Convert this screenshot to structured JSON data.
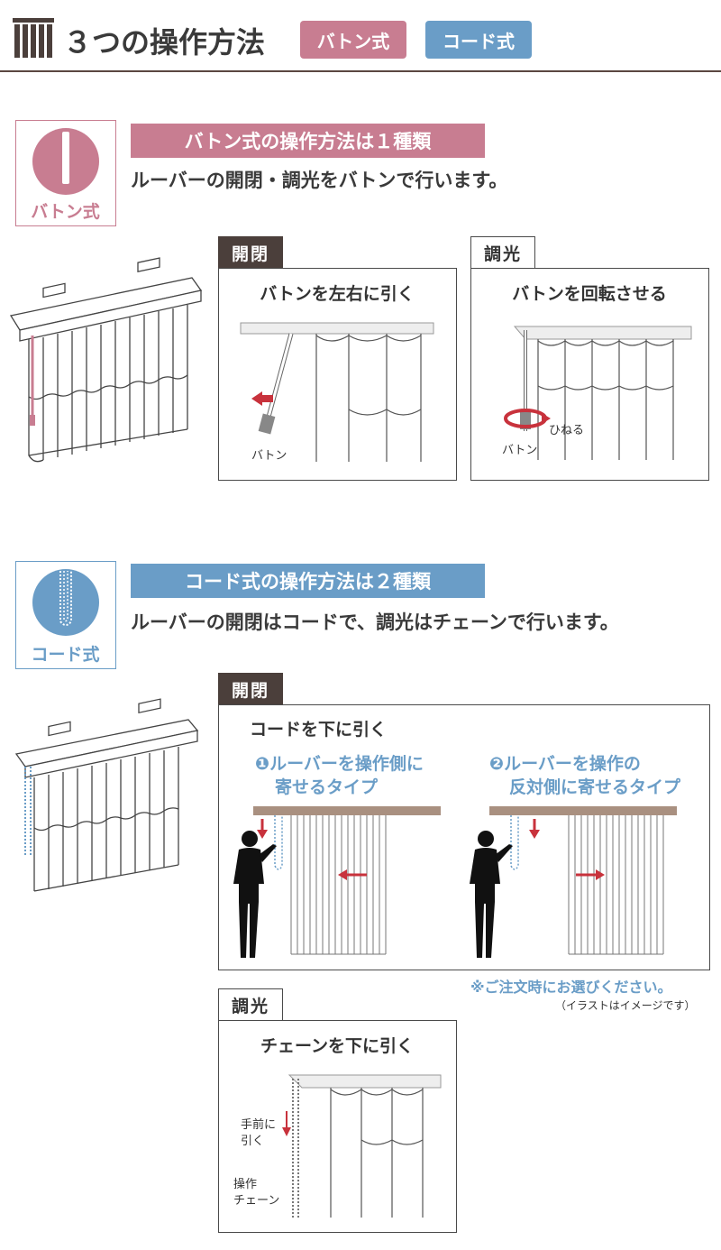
{
  "header": {
    "title": "３つの操作方法",
    "tag_baton": "バトン式",
    "tag_cord": "コード式"
  },
  "baton": {
    "icon_label": "バトン式",
    "heading": "バトン式の操作方法は１種類",
    "description": "ルーバーの開閉・調光をバトンで行います。",
    "open_close": {
      "label": "開閉",
      "caption": "バトンを左右に引く",
      "part_label": "バトン"
    },
    "dimming": {
      "label": "調光",
      "caption": "バトンを回転させる",
      "twist_label": "ひねる",
      "part_label": "バトン"
    }
  },
  "cord": {
    "icon_label": "コード式",
    "heading": "コード式の操作方法は２種類",
    "description": "ルーバーの開閉はコードで、調光はチェーンで行います。",
    "open_close": {
      "label": "開閉",
      "caption": "コードを下に引く",
      "type1_line1": "❶ルーバーを操作側に",
      "type1_line2": "寄せるタイプ",
      "type2_line1": "❷ルーバーを操作の",
      "type2_line2": "反対側に寄せるタイプ"
    },
    "note": "※ご注文時にお選びください。",
    "note_sub": "（イラストはイメージです）",
    "dimming": {
      "label": "調光",
      "caption": "チェーンを下に引く",
      "pull_line1": "手前に",
      "pull_line2": "引く",
      "chain_line1": "操作",
      "chain_line2": "チェーン"
    }
  },
  "colors": {
    "pink": "#c87d91",
    "blue": "#6a9dc7",
    "dark": "#4b3f3b",
    "arrow": "#c8323c"
  }
}
